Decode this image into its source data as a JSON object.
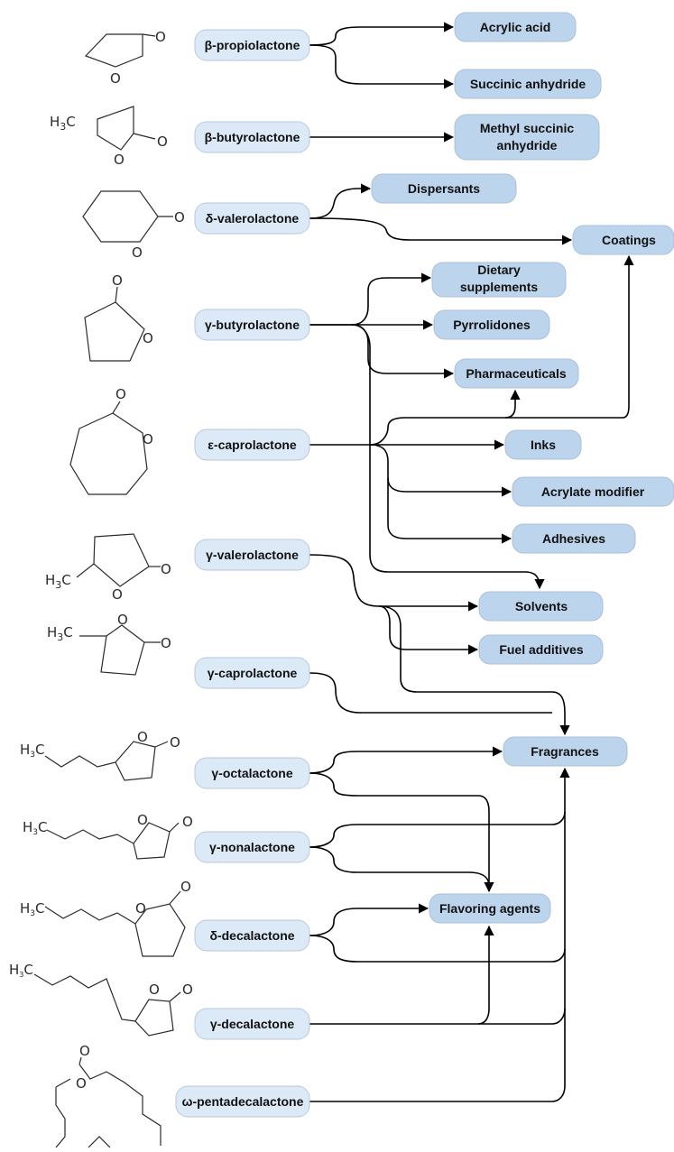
{
  "lactones": [
    {
      "id": "bpl",
      "label": "β-propiolactone"
    },
    {
      "id": "bbl",
      "label": "β-butyrolactone"
    },
    {
      "id": "dvl",
      "label": "δ-valerolactone"
    },
    {
      "id": "gbl",
      "label": "γ-butyrolactone"
    },
    {
      "id": "ecl",
      "label": "ε-caprolactone"
    },
    {
      "id": "gvl",
      "label": "γ-valerolactone"
    },
    {
      "id": "gcl",
      "label": "γ-caprolactone"
    },
    {
      "id": "goc",
      "label": "γ-octalactone"
    },
    {
      "id": "gno",
      "label": "γ-nonalactone"
    },
    {
      "id": "ddc",
      "label": "δ-decalactone"
    },
    {
      "id": "gdc",
      "label": "γ-decalactone"
    },
    {
      "id": "wpd",
      "label": "ω-pentadecalactone"
    }
  ],
  "products": [
    {
      "id": "acrylic",
      "label": "Acrylic acid"
    },
    {
      "id": "succinic",
      "label": "Succinic anhydride"
    },
    {
      "id": "methyl",
      "label1": "Methyl succinic",
      "label2": "anhydride"
    },
    {
      "id": "dispersants",
      "label": "Dispersants"
    },
    {
      "id": "coatings",
      "label": "Coatings"
    },
    {
      "id": "dietary",
      "label1": "Dietary",
      "label2": "supplements"
    },
    {
      "id": "pyrrolidones",
      "label": "Pyrrolidones"
    },
    {
      "id": "pharma",
      "label": "Pharmaceuticals"
    },
    {
      "id": "inks",
      "label": "Inks"
    },
    {
      "id": "acrylate",
      "label": "Acrylate modifier"
    },
    {
      "id": "adhesives",
      "label": "Adhesives"
    },
    {
      "id": "solvents",
      "label": "Solvents"
    },
    {
      "id": "fuel",
      "label": "Fuel additives"
    },
    {
      "id": "fragrances",
      "label": "Fragrances"
    },
    {
      "id": "flavoring",
      "label": "Flavoring agents"
    }
  ],
  "structure_labels": {
    "o": "O",
    "h3c": "H3C",
    "h3c_sub": "3"
  }
}
